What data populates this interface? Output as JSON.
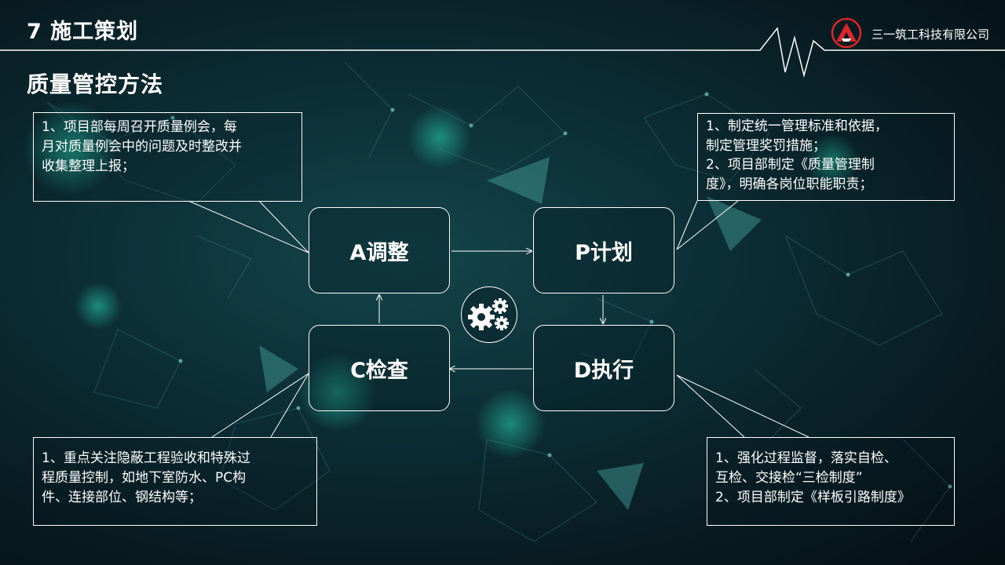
{
  "header": {
    "slide_title": "7 施工策划",
    "company_name": "三一筑工科技有限公司"
  },
  "section_title": "质量管控方法",
  "cycle": {
    "adjust": "A调整",
    "plan": "P计划",
    "do": "D执行",
    "check": "C检查"
  },
  "notes": {
    "adjust": [
      "1、项目部每周召开质量例会，每",
      "月对质量例会中的问题及时整改并",
      "收集整理上报；"
    ],
    "plan": [
      "1、制定统一管理标准和依据，",
      "制定管理奖罚措施；",
      "2、项目部制定《质量管理制",
      "度》，明确各岗位职能职责；"
    ],
    "check": [
      "1、重点关注隐蔽工程验收和特殊过",
      "程质量控制，如地下室防水、PC构",
      "件、连接部位、钢结构等；"
    ],
    "do": [
      "1、强化过程监督，落实自检、",
      "互检、交接检“三检制度”",
      "2、项目部制定《样板引路制度》"
    ]
  },
  "icons": {
    "logo": "sany-logo-icon",
    "center": "gears-icon"
  },
  "colors": {
    "logo_red": "#d8282a",
    "line": "#ffffff"
  }
}
